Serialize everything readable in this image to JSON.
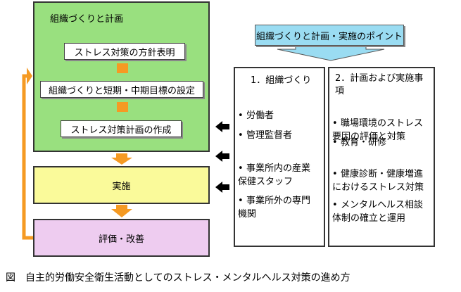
{
  "left": {
    "plan_title": "組織づくりと計画",
    "steps": [
      "ストレス対策の方針表明",
      "組織づくりと短期・中期目標の設定",
      "ストレス対策計画の作成"
    ],
    "implementation": "実施",
    "evaluation": "評価・改善"
  },
  "points": {
    "header": "組織づくりと計画・実施のポイント",
    "col1": {
      "title": "1．組織づくり",
      "items": [
        "労働者",
        "管理監督者",
        "事業所内の産業\n保健スタッフ",
        "事業所外の専門\n機関"
      ]
    },
    "col2": {
      "title": "2．計画および実施事\n項",
      "items": [
        "職場環境のストレス\n要因の評価と対策",
        "教育・研修",
        "健康診断・健康増進\nにおけるストレス対策",
        "メンタルヘルス相談\n体制の確立と運用"
      ]
    }
  },
  "caption": "図　自主的労働安全衛生活動としてのストレス・メンタルヘルス対策の進め方"
}
